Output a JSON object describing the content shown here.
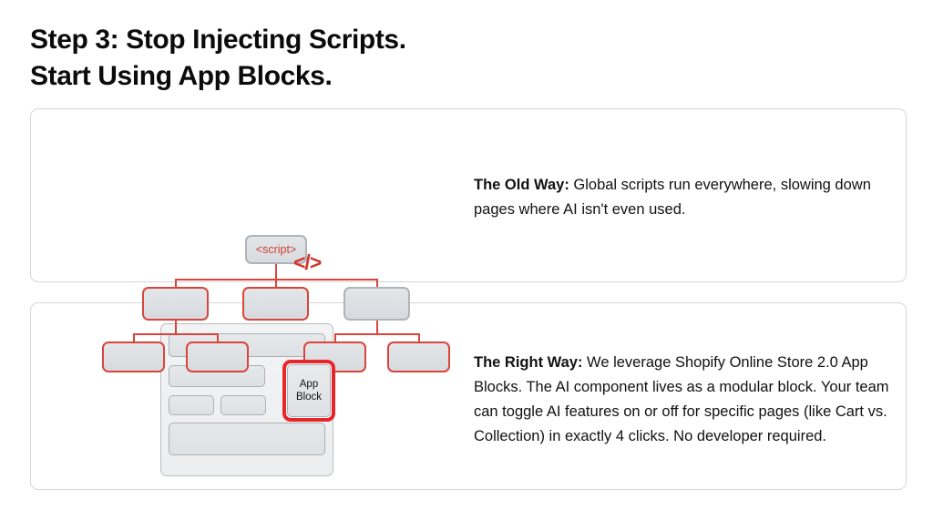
{
  "slide": {
    "title_line_1": "Step 3: Stop Injecting Scripts.",
    "title_line_2": "Start Using App Blocks."
  },
  "colors": {
    "tree_red": "#d9453c",
    "highlight_red": "#e8262a",
    "script_text_red": "#cf3b33",
    "node_fill": "#dde1e4",
    "node_gray_border": "#aeb4b9",
    "card_border": "#d4d6d8",
    "page_background": "#ffffff",
    "text": "#111111"
  },
  "old_way": {
    "diagram": {
      "root_label": "<script>",
      "code_glyph": "</>",
      "level2_count": 3,
      "level3_count": 4
    },
    "copy": {
      "lead": "The Old Way:",
      "body": " Global scripts run everywhere, slowing down pages where AI isn't even used."
    }
  },
  "right_way": {
    "diagram": {
      "app_block_label_line_1": "App",
      "app_block_label_line_2": "Block",
      "bar_count": 5
    },
    "copy": {
      "lead": "The Right Way:",
      "body": " We leverage Shopify Online Store 2.0 App Blocks. The AI component lives as a modular block. Your team can toggle AI features on or off for specific pages (like Cart vs. Collection) in exactly 4 clicks. No developer required."
    }
  }
}
